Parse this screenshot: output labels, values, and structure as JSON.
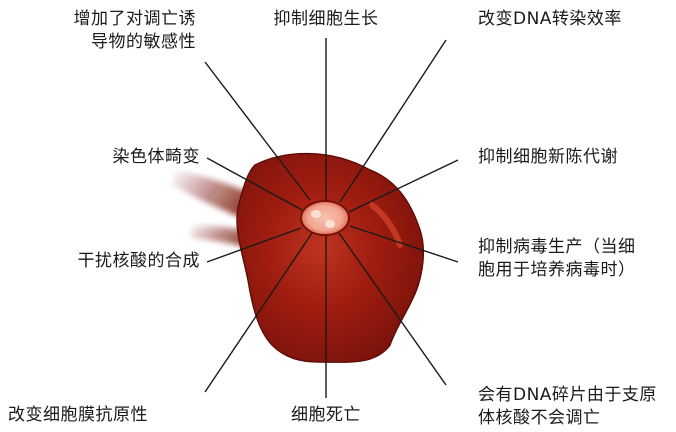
{
  "labels": {
    "top_left": "增加了对调亡诱\n导物的敏感性",
    "top_center": "抑制细胞生长",
    "top_right": "改变DNA转染效率",
    "mid_left_upper": "染色体畸变",
    "mid_right_upper": "抑制细胞新陈代谢",
    "mid_left_lower": "干扰核酸的合成",
    "mid_right_lower": "抑制病毒生产（当细\n胞用于培养病毒时）",
    "bottom_left": "改变细胞膜抗原性",
    "bottom_center": "细胞死亡",
    "bottom_right": "会有DNA碎片由于支原\n体核酸不会调亡"
  },
  "colors": {
    "cell_dark": "#6e0a04",
    "cell_mid": "#a8190b",
    "cell_light": "#d23a22",
    "nucleus": "#f3a58f",
    "line": "#1a1a1a"
  }
}
